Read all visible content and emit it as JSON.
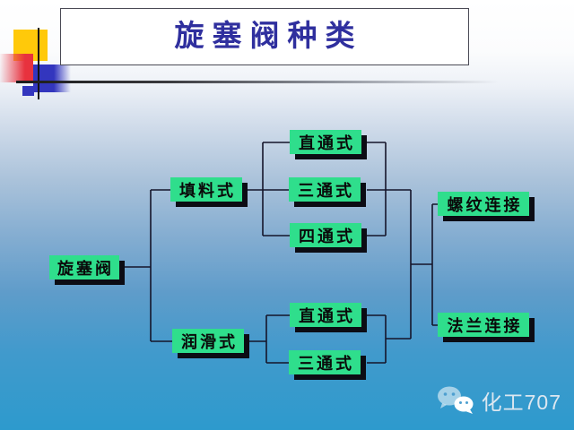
{
  "slide": {
    "title": "旋塞阀种类",
    "watermark_text": "化工707"
  },
  "nodes": {
    "root": {
      "label": "旋塞阀"
    },
    "packing": {
      "label": "填料式"
    },
    "lubricated": {
      "label": "润滑式"
    },
    "packing_straight": {
      "label": "直通式"
    },
    "packing_three_way": {
      "label": "三通式"
    },
    "packing_four_way": {
      "label": "四通式"
    },
    "lubricated_straight": {
      "label": "直通式"
    },
    "lubricated_three_way": {
      "label": "三通式"
    },
    "threaded_connection": {
      "label": "螺纹连接"
    },
    "flanged_connection": {
      "label": "法兰连接"
    }
  },
  "hierarchy": {
    "root": "旋塞阀",
    "children": [
      {
        "label": "填料式",
        "children": [
          "直通式",
          "三通式",
          "四通式"
        ]
      },
      {
        "label": "润滑式",
        "children": [
          "直通式",
          "三通式"
        ]
      }
    ],
    "connection_types": [
      "螺纹连接",
      "法兰连接"
    ]
  },
  "icons": {
    "watermark": "wechat-icon"
  },
  "colors": {
    "node_green": "#2FDE8C",
    "node_shadow": "#0C0C14",
    "title_navy": "#2F2F9E",
    "background_bottom": "#2D9ACD",
    "accent_yellow": "#FFC90A",
    "accent_red": "#E8323E",
    "accent_blue": "#3336BE"
  }
}
